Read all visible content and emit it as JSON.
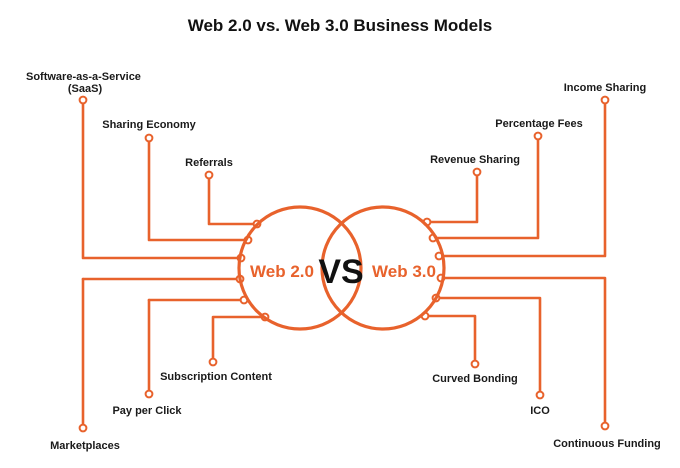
{
  "title": "Web 2.0 vs. Web 3.0 Business Models",
  "vs_label": "VS",
  "colors": {
    "accent": "#e8622c",
    "text": "#1a1a1a",
    "background": "#ffffff"
  },
  "web2": {
    "label": "Web 2.0",
    "models": [
      "Software-as-a-Service (SaaS)",
      "Sharing Economy",
      "Referrals",
      "Marketplaces",
      "Pay per Click",
      "Subscription Content"
    ]
  },
  "web3": {
    "label": "Web 3.0",
    "models": [
      "Income Sharing",
      "Percentage Fees",
      "Revenue Sharing",
      "Continuous Funding",
      "ICO",
      "Curved Bonding"
    ]
  }
}
